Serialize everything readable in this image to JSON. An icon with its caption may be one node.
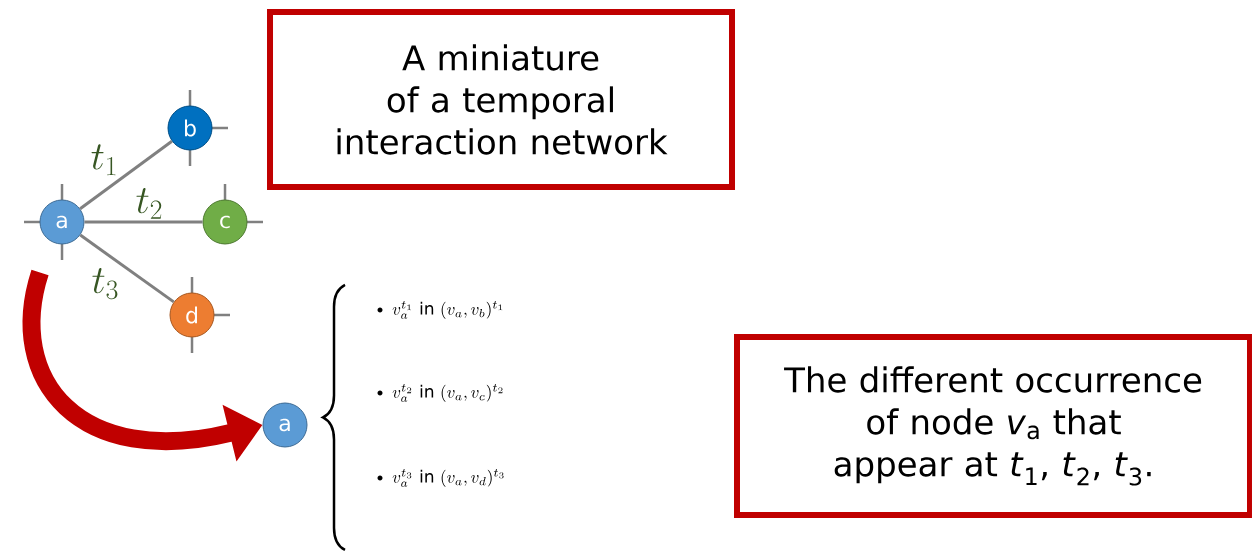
{
  "diagram": {
    "nodes": [
      {
        "text": [
          "a"
        ]
      },
      {
        "text": [
          "b"
        ]
      },
      {
        "text": [
          "c"
        ]
      },
      {
        "text": [
          "d"
        ]
      },
      {
        "text": [
          "A miniature of a temporal interaction network"
        ]
      },
      {
        "text": [
          "a"
        ]
      },
      {
        "text": [
          "The different occurrence of node *v*$_{a}$ that appear at *t*$_{1}$, *t*$_{2}$, *t*$_{3}$."
        ]
      }
    ],
    "edges": [
      {
        "from": 0,
        "to": 1,
        "arrow": "none",
        "label": "t_1"
      },
      {
        "from": 0,
        "to": 2,
        "arrow": "none",
        "label": "t_2"
      },
      {
        "from": 0,
        "to": 3,
        "arrow": "none",
        "label": "t_3"
      },
      {
        "from": 0,
        "to": 5,
        "arrow": "to",
        "style": "thick",
        "color": "#c00000"
      }
    ],
    "labels": [
      "v_a^{t_1}\\ \\mathrm{in}\\ (v_a,v_b)^{t_1}",
      "v_a^{t_2}\\ \\mathrm{in}\\ (v_a,v_c)^{t_2}",
      "v_a^{t_3}\\ \\mathrm{in}\\ (v_a,v_d)^{t_3}"
    ]
  }
}
